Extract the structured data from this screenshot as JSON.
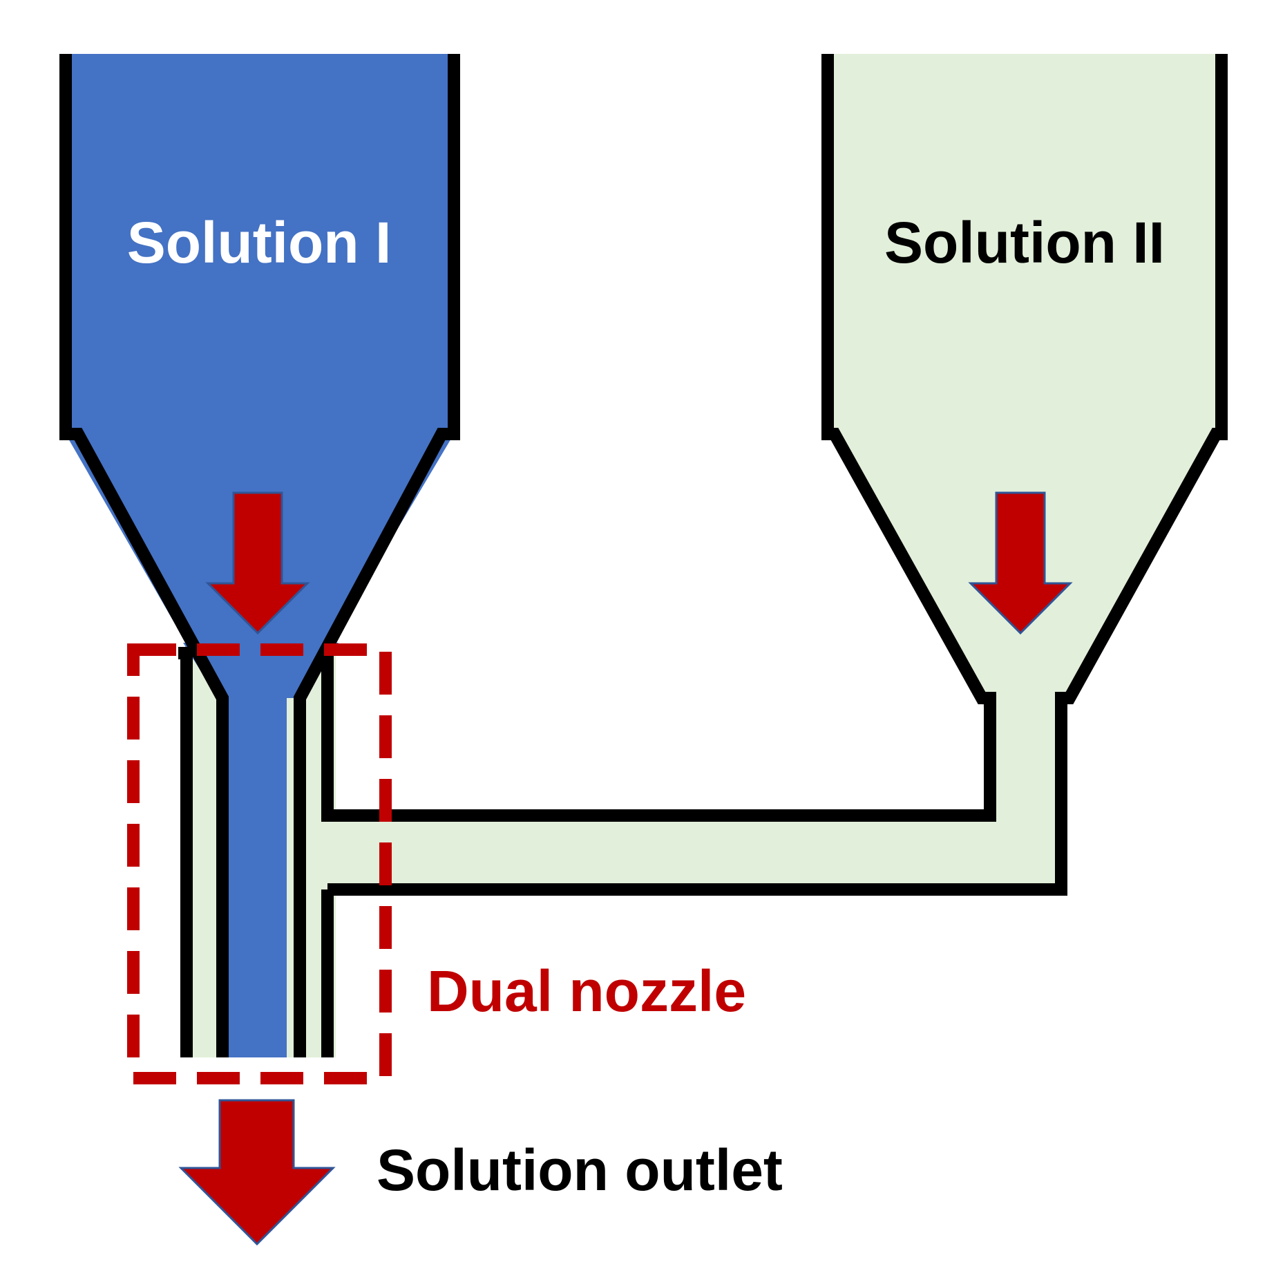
{
  "labels": {
    "solution_1": "Solution I",
    "solution_2": "Solution II",
    "dual_nozzle": "Dual nozzle",
    "solution_outlet": "Solution outlet"
  },
  "colors": {
    "solution_1_fill": "#4472C4",
    "solution_2_fill": "#E2EFDA",
    "wall": "#000000",
    "arrow_fill": "#C00000",
    "arrow_stroke": "#2F5597",
    "nozzle_box": "#C00000",
    "label_dark": "#000000",
    "label_light": "#FFFFFF",
    "label_red": "#C00000"
  }
}
